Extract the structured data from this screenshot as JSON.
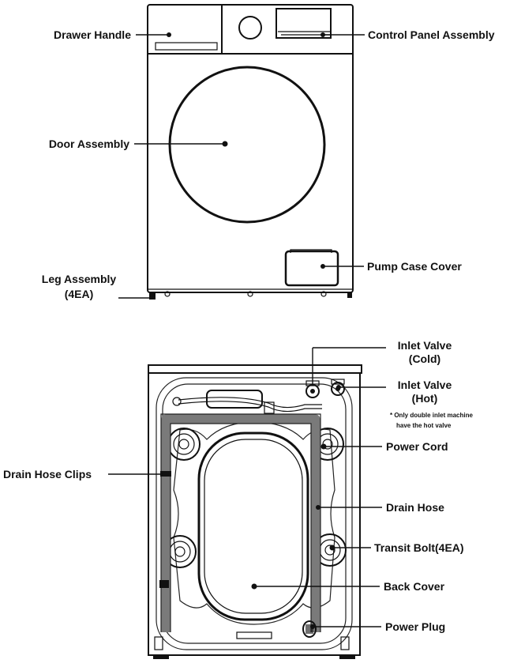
{
  "front_view": {
    "labels": {
      "drawer_handle": "Drawer Handle",
      "control_panel_assembly": "Control Panel Assembly",
      "door_assembly": "Door Assembly",
      "pump_case_cover": "Pump Case Cover",
      "leg_assembly_line1": "Leg Assembly",
      "leg_assembly_line2": "(4EA)"
    }
  },
  "back_view": {
    "labels": {
      "inlet_valve_cold_line1": "Inlet Valve",
      "inlet_valve_cold_line2": "(Cold)",
      "inlet_valve_hot_line1": "Inlet Valve",
      "inlet_valve_hot_line2": "(Hot)",
      "hot_valve_note_line1": "* Only double inlet machine",
      "hot_valve_note_line2": "have the hot valve",
      "power_cord": "Power Cord",
      "drain_hose_clips": "Drain Hose Clips",
      "drain_hose": "Drain Hose",
      "transit_bolt": "Transit Bolt(4EA)",
      "back_cover": "Back Cover",
      "power_plug": "Power Plug"
    }
  }
}
